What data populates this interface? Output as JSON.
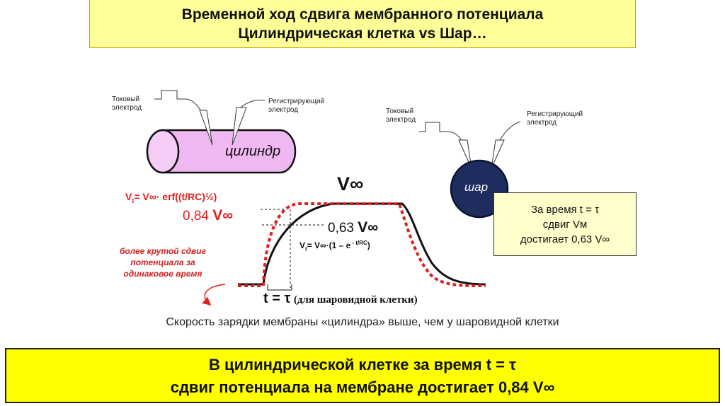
{
  "title": {
    "line1": "Временной ход сдвига мембранного потенциала",
    "line2": "Цилиндрическая клетка vs Шар…"
  },
  "cylinder": {
    "current_electrode_line1": "Токовый",
    "current_electrode_line2": "электрод",
    "recording_electrode_line1": "Регистрирующий",
    "recording_electrode_line2": "электрод",
    "label": "цилиндр"
  },
  "sphere": {
    "current_electrode_line1": "Токовый",
    "current_electrode_line2": "электрод",
    "recording_electrode_line1": "Регистрирующий",
    "recording_electrode_line2": "электрод",
    "label": "шар"
  },
  "graph": {
    "v_inf": "V∞",
    "erf_formula_v": "V",
    "erf_formula_sub": "t",
    "erf_formula_rest": "= V∞· erf((t/RC)½)",
    "level_084_num": "0,84",
    "level_084_v": "V∞",
    "level_063_num": "0,63",
    "level_063_v": "V∞",
    "exp_formula_v": "V",
    "exp_formula_sub": "t",
    "exp_formula_mid": "= V∞·(1 – e",
    "exp_formula_sup": " - t/RC",
    "exp_formula_end": ")",
    "steeper_line1": "более крутой сдвиг",
    "steeper_line2": "потенциала за",
    "steeper_line3": "одинаковое время",
    "t_eq_tau": "t = τ",
    "t_eq_tau_note": "(для шаровидной клетки)"
  },
  "info": {
    "line1": "За время  t = τ",
    "line2": "сдвиг  Vм",
    "line3": "достигает 0,63 V∞"
  },
  "caption": "Скорость зарядки мембраны «цилиндра» выше, чем у шаровидной клетки",
  "conclusion": {
    "line1": "В цилиндрической клетке за время t = τ",
    "line2": "сдвиг потенциала на мембране достигает 0,84 V∞"
  },
  "colors": {
    "title_bg": "#ffff99",
    "cylinder_fill": "#f0b8f0",
    "sphere_fill": "#1e2c5e",
    "red": "#e0201e",
    "bottom_bg": "#ffff00"
  }
}
